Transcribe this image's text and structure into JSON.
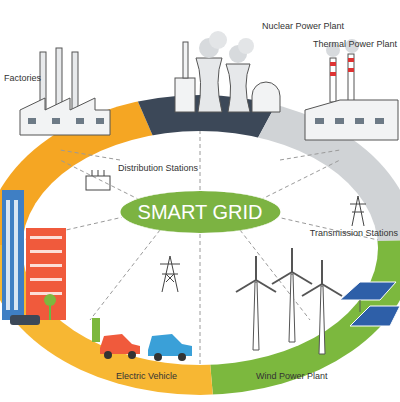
{
  "diagram": {
    "nodes": [
      {
        "text": [
          "SMART GRID"
        ]
      }
    ],
    "labels": [
      "Factories",
      "Nuclear Power Plant",
      "Thermal Power Plant",
      "Distribution Stations",
      "Transmission Stations",
      "Electric Vehicle",
      "Wind Power Plant"
    ]
  }
}
